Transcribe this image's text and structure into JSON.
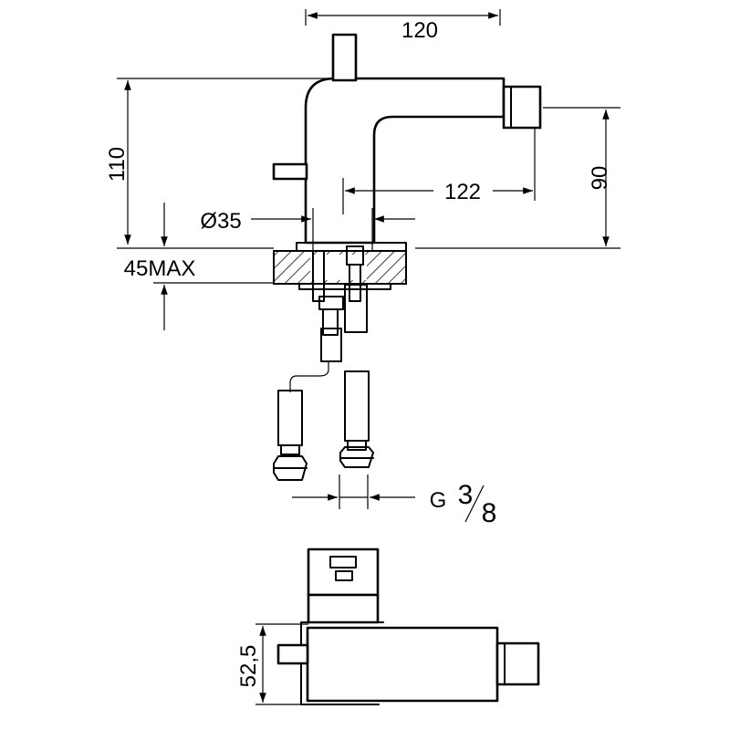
{
  "dimensions": {
    "width_120": "120",
    "height_110": "110",
    "spout_reach_122": "122",
    "spout_height_90": "90",
    "diameter_35": "Ø35",
    "deck_max_45": "45MAX",
    "thread_prefix": "G",
    "thread_num": "3",
    "thread_den": "8",
    "top_view_52_5": "52,5"
  }
}
